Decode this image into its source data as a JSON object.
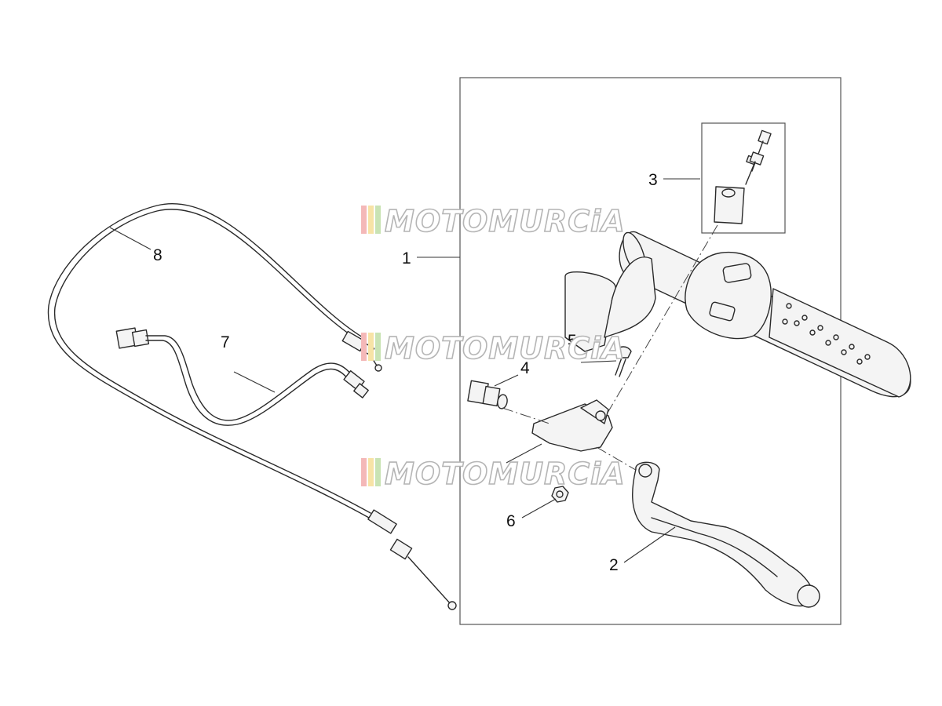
{
  "diagram": {
    "callouts": [
      {
        "id": "1",
        "label": "1"
      },
      {
        "id": "2",
        "label": "2"
      },
      {
        "id": "3",
        "label": "3"
      },
      {
        "id": "4",
        "label": "4"
      },
      {
        "id": "5",
        "label": "5"
      },
      {
        "id": "6",
        "label": "6"
      },
      {
        "id": "7",
        "label": "7"
      },
      {
        "id": "8",
        "label": "8"
      }
    ]
  },
  "watermark": {
    "text": "MOTOMURCiA",
    "stripe_colors": [
      "#f4b8b8",
      "#f7e3a6",
      "#c9e3b4"
    ]
  }
}
